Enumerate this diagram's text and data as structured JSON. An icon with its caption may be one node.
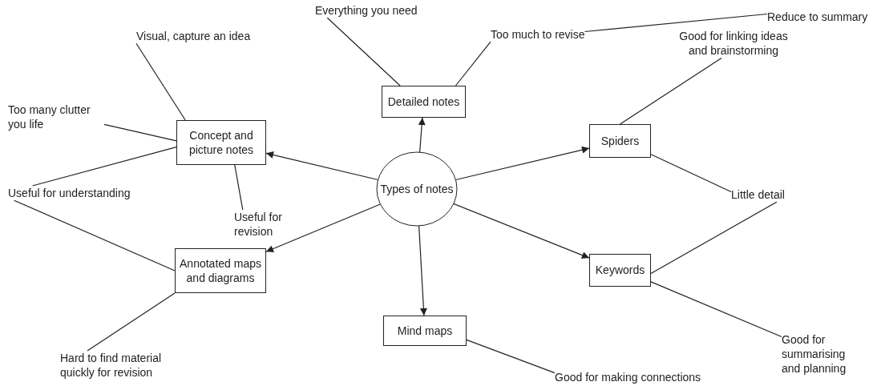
{
  "diagram": {
    "nodes": [
      {
        "text": [
          "Types of notes"
        ]
      },
      {
        "text": [
          "Detailed notes"
        ]
      },
      {
        "text": [
          "Concept and picture notes"
        ]
      },
      {
        "text": [
          "Spiders"
        ]
      },
      {
        "text": [
          "Annotated maps and diagrams"
        ]
      },
      {
        "text": [
          "Keywords"
        ]
      },
      {
        "text": [
          "Mind maps"
        ]
      },
      {
        "text": [
          "Everything you need"
        ]
      },
      {
        "text": [
          "Reduce to summary"
        ]
      },
      {
        "text": [
          "Too much to revise"
        ]
      },
      {
        "text": [
          "Visual, capture an idea"
        ]
      },
      {
        "text": [
          "Too many clutter you life"
        ]
      },
      {
        "text": [
          "Useful for understanding"
        ]
      },
      {
        "text": [
          "Useful for revision"
        ]
      },
      {
        "text": [
          "Hard to find material quickly for revision"
        ]
      },
      {
        "text": [
          "Good for linking ideas and brainstorming"
        ]
      },
      {
        "text": [
          "Little detail"
        ]
      },
      {
        "text": [
          "Good for summarising and planning"
        ]
      },
      {
        "text": [
          "Good for making connections"
        ]
      }
    ],
    "edges": [
      {
        "from": 0,
        "to": 1,
        "arrow": "to"
      },
      {
        "from": 0,
        "to": 2,
        "arrow": "to"
      },
      {
        "from": 0,
        "to": 3,
        "arrow": "to"
      },
      {
        "from": 0,
        "to": 4,
        "arrow": "to"
      },
      {
        "from": 0,
        "to": 5,
        "arrow": "to"
      },
      {
        "from": 0,
        "to": 6,
        "arrow": "to"
      },
      {
        "from": 7,
        "to": 1,
        "arrow": "none"
      },
      {
        "from": 8,
        "to": 9,
        "arrow": "none"
      },
      {
        "from": 9,
        "to": 1,
        "arrow": "none"
      },
      {
        "from": 10,
        "to": 2,
        "arrow": "none"
      },
      {
        "from": 11,
        "to": 2,
        "arrow": "none"
      },
      {
        "from": 12,
        "to": 2,
        "arrow": "none"
      },
      {
        "from": 12,
        "to": 4,
        "arrow": "none"
      },
      {
        "from": 13,
        "to": 2,
        "arrow": "none"
      },
      {
        "from": 14,
        "to": 4,
        "arrow": "none"
      },
      {
        "from": 15,
        "to": 3,
        "arrow": "none"
      },
      {
        "from": 16,
        "to": 3,
        "arrow": "none"
      },
      {
        "from": 16,
        "to": 5,
        "arrow": "none"
      },
      {
        "from": 17,
        "to": 5,
        "arrow": "none"
      },
      {
        "from": 18,
        "to": 6,
        "arrow": "none"
      }
    ]
  }
}
